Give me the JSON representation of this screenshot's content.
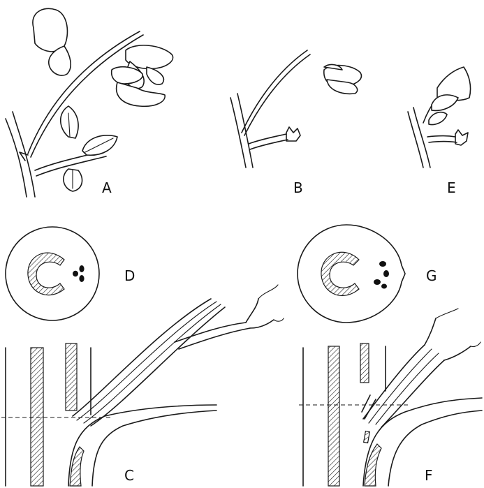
{
  "panels": {
    "A": {
      "label": "A",
      "icon": "flowering-shoot-with-leaf"
    },
    "B": {
      "label": "B",
      "icon": "shoot-with-one-flower"
    },
    "E": {
      "label": "E",
      "icon": "shoot-with-flower-and-bud"
    },
    "D": {
      "label": "D",
      "icon": "cross-section"
    },
    "G": {
      "label": "G",
      "icon": "cross-section"
    },
    "C": {
      "label": "C",
      "icon": "longitudinal-section"
    },
    "F": {
      "label": "F",
      "icon": "longitudinal-section"
    }
  },
  "colors": {
    "ink": "#1a1a1a",
    "paper": "#ffffff"
  }
}
